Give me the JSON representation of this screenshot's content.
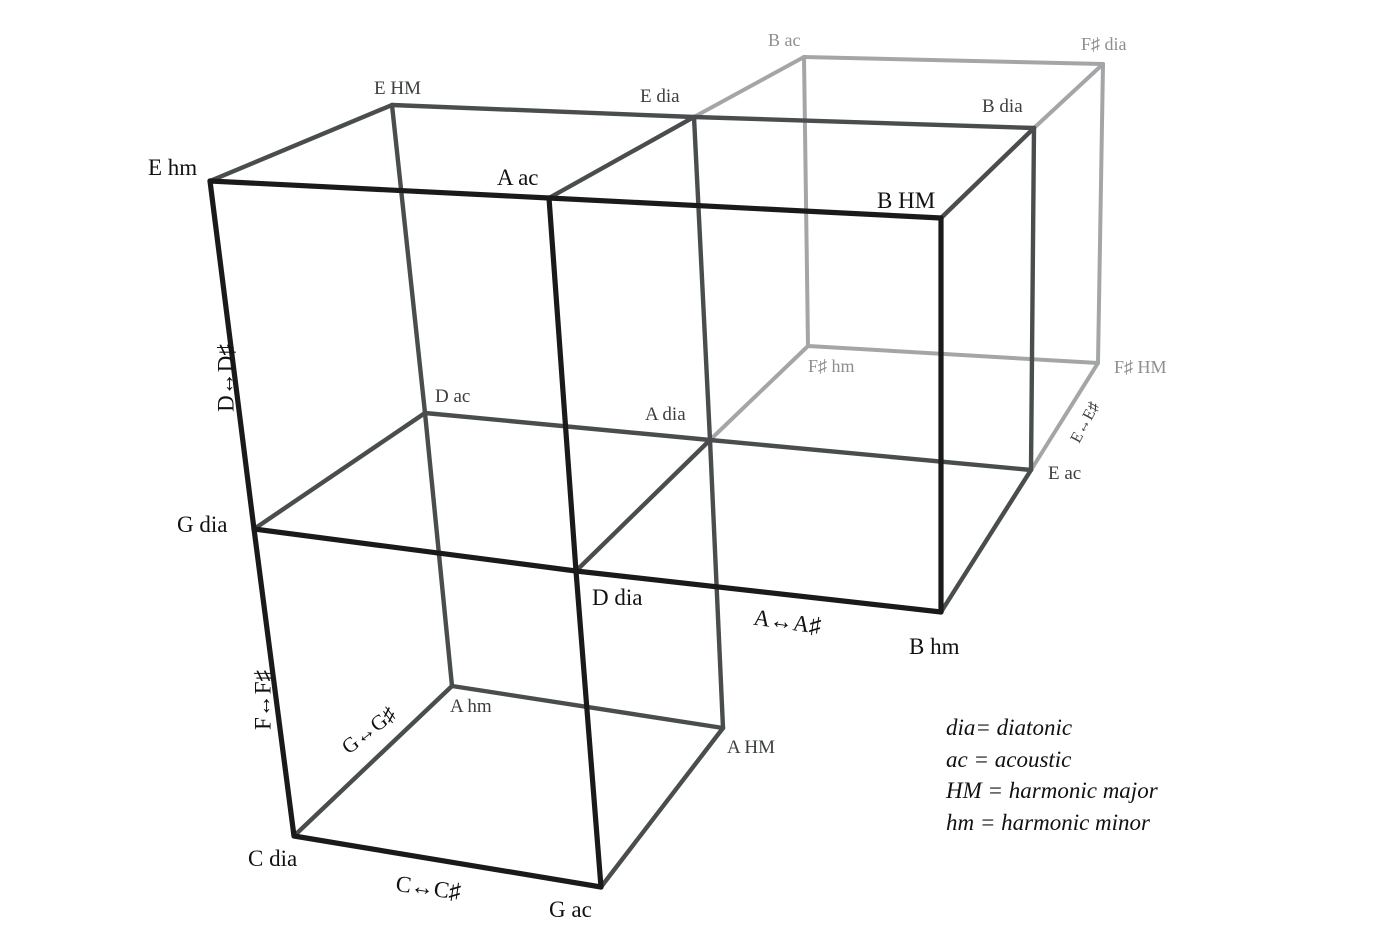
{
  "nodes": {
    "E_hm": {
      "label": "E hm"
    },
    "A_ac": {
      "label": "A ac"
    },
    "B_HM": {
      "label": "B HM"
    },
    "G_dia": {
      "label": "G dia"
    },
    "D_dia": {
      "label": "D dia"
    },
    "B_hm": {
      "label": "B hm"
    },
    "C_dia": {
      "label": "C dia"
    },
    "G_ac": {
      "label": "G ac"
    },
    "E_HM": {
      "label": "E HM"
    },
    "E_dia": {
      "label": "E dia"
    },
    "B_dia": {
      "label": "B dia"
    },
    "D_ac": {
      "label": "D ac"
    },
    "A_dia": {
      "label": "A dia"
    },
    "E_ac": {
      "label": "E ac"
    },
    "A_hm": {
      "label": "A hm"
    },
    "A_HM": {
      "label": "A HM"
    },
    "B_ac": {
      "label": "B ac"
    },
    "Fs_dia": {
      "label": "F♯ dia"
    },
    "Fs_hm": {
      "label": "F♯ hm"
    },
    "Fs_HM": {
      "label": "F♯ HM"
    }
  },
  "edges": [
    [
      "E_hm",
      "A_ac"
    ],
    [
      "A_ac",
      "B_HM"
    ],
    [
      "E_hm",
      "G_dia"
    ],
    [
      "A_ac",
      "D_dia"
    ],
    [
      "B_HM",
      "B_hm"
    ],
    [
      "G_dia",
      "D_dia"
    ],
    [
      "D_dia",
      "B_hm"
    ],
    [
      "G_dia",
      "C_dia"
    ],
    [
      "D_dia",
      "G_ac"
    ],
    [
      "C_dia",
      "G_ac"
    ],
    [
      "E_hm",
      "E_HM"
    ],
    [
      "A_ac",
      "E_dia"
    ],
    [
      "B_HM",
      "B_dia"
    ],
    [
      "G_dia",
      "D_ac"
    ],
    [
      "D_dia",
      "A_dia"
    ],
    [
      "B_hm",
      "E_ac"
    ],
    [
      "C_dia",
      "A_hm"
    ],
    [
      "G_ac",
      "A_HM"
    ],
    [
      "E_HM",
      "E_dia"
    ],
    [
      "E_dia",
      "B_dia"
    ],
    [
      "E_HM",
      "D_ac"
    ],
    [
      "E_dia",
      "A_dia"
    ],
    [
      "B_dia",
      "E_ac"
    ],
    [
      "D_ac",
      "A_dia"
    ],
    [
      "A_dia",
      "E_ac"
    ],
    [
      "D_ac",
      "A_hm"
    ],
    [
      "A_dia",
      "A_HM"
    ],
    [
      "A_hm",
      "A_HM"
    ],
    [
      "E_dia",
      "B_ac"
    ],
    [
      "B_dia",
      "Fs_dia"
    ],
    [
      "A_dia",
      "Fs_hm"
    ],
    [
      "E_ac",
      "Fs_HM"
    ],
    [
      "B_ac",
      "Fs_dia"
    ],
    [
      "B_ac",
      "Fs_hm"
    ],
    [
      "Fs_dia",
      "Fs_HM"
    ],
    [
      "Fs_hm",
      "Fs_HM"
    ]
  ],
  "edge_labels": {
    "d_ds": "D↔D♯",
    "f_fs": "F↔F♯",
    "g_gs": "G↔G♯",
    "c_cs": "C↔C♯",
    "a_as": "A↔A♯",
    "e_es": "E↔E♯"
  },
  "legend": {
    "line1": "dia= diatonic",
    "line2": "ac = acoustic",
    "line3": "HM = harmonic major",
    "line4": "hm = harmonic minor"
  }
}
